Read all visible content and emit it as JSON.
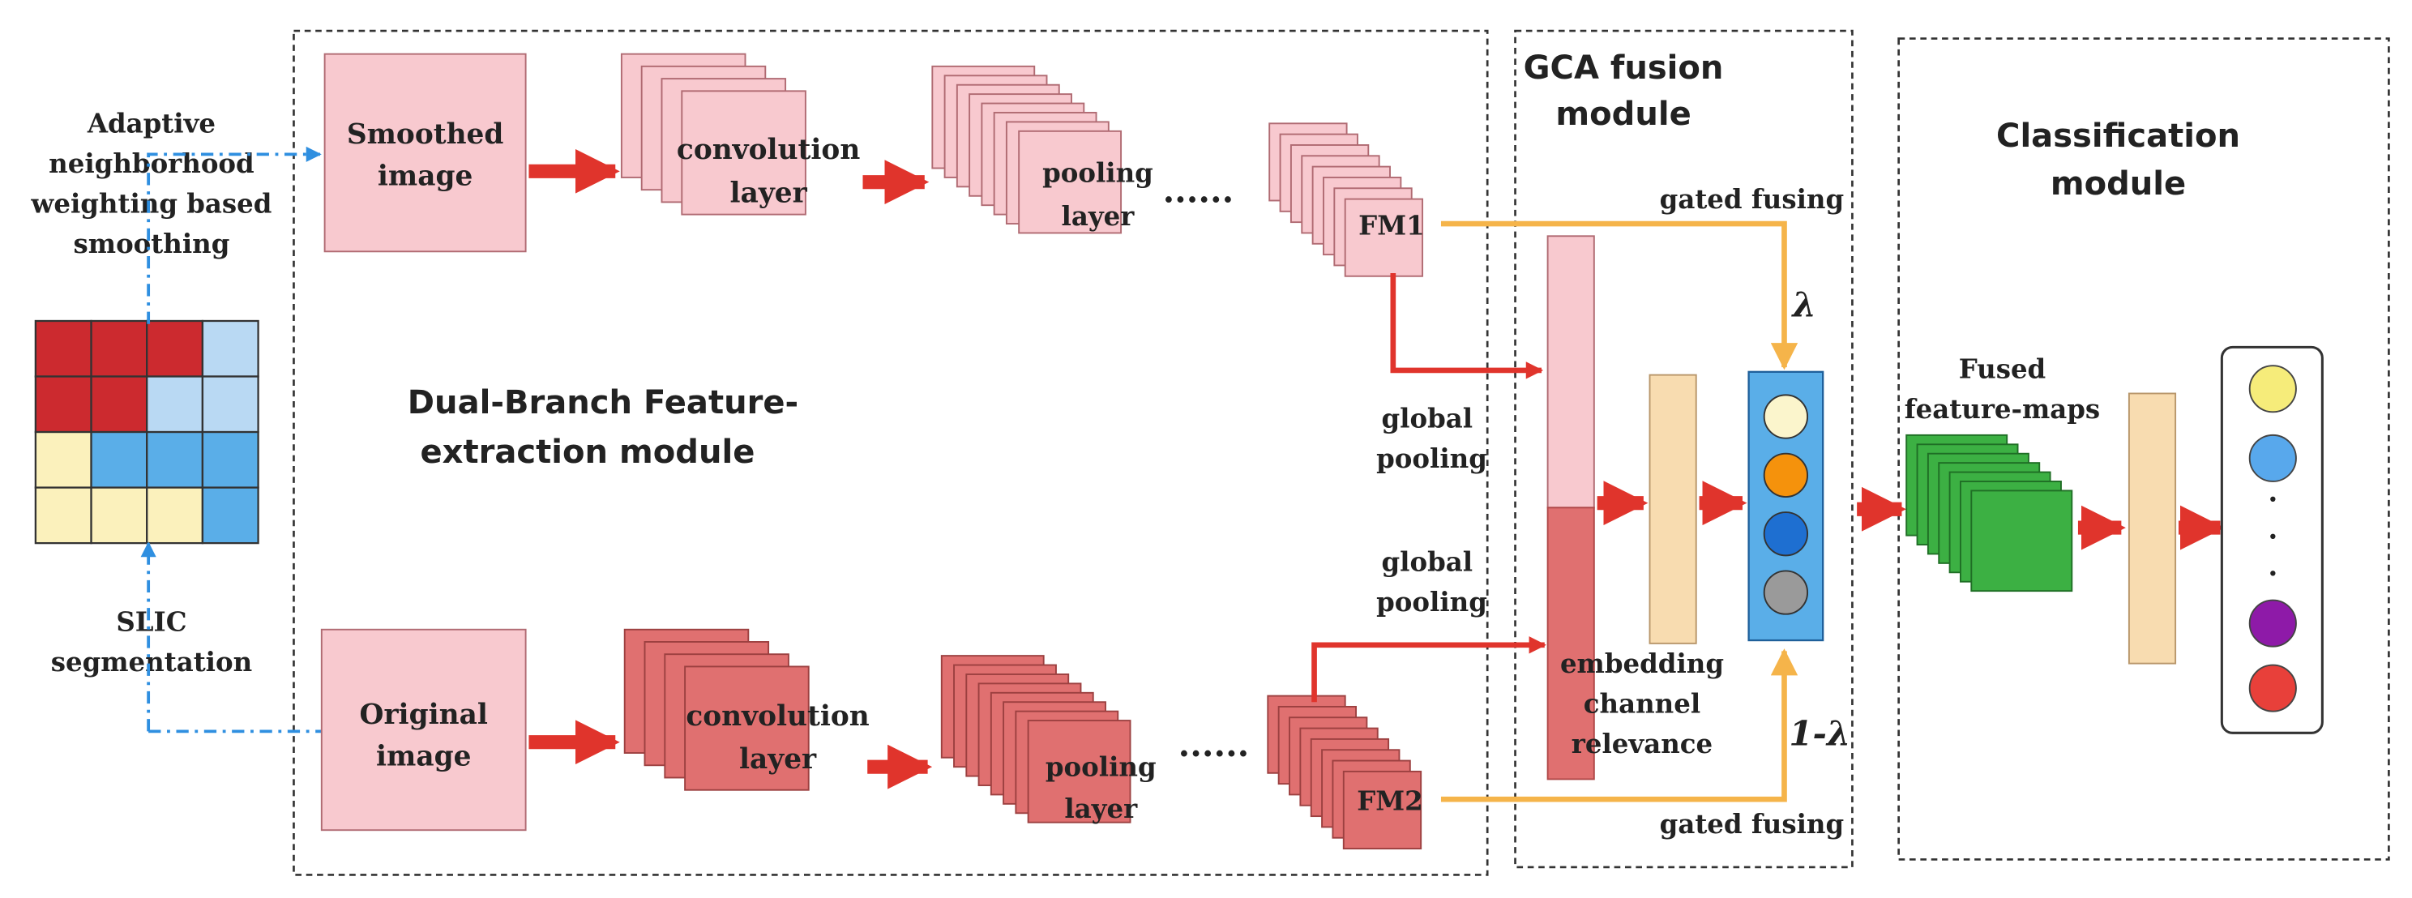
{
  "modules": {
    "dual_branch_line1": "Dual-Branch Feature-",
    "dual_branch_line2": "extraction module",
    "gca_line1": "GCA fusion",
    "gca_line2": "module",
    "classification_line1": "Classification",
    "classification_line2": "module"
  },
  "left": {
    "adaptive_line1": "Adaptive",
    "adaptive_line2": "neighborhood",
    "adaptive_line3": "weighting based",
    "adaptive_line4": "smoothing",
    "slic_line1": "SLIC",
    "slic_line2": "segmentation"
  },
  "top_branch": {
    "input_line1": "Smoothed",
    "input_line2": "image",
    "conv_line1": "convolution",
    "conv_line2": "layer",
    "pool_line1": "pooling",
    "pool_line2": "layer",
    "ellipsis": "......",
    "fm": "FM1"
  },
  "bottom_branch": {
    "input_line1": "Original",
    "input_line2": "image",
    "conv_line1": "convolution",
    "conv_line2": "layer",
    "pool_line1": "pooling",
    "pool_line2": "layer",
    "ellipsis": "......",
    "fm": "FM2"
  },
  "fusion": {
    "gated_top": "gated fusing",
    "gated_bottom": "gated fusing",
    "lambda": "λ",
    "one_minus_lambda": "1-λ",
    "global_pool_top_1": "global",
    "global_pool_top_2": "pooling",
    "global_pool_bottom_1": "global",
    "global_pool_bottom_2": "pooling",
    "embed_line1": "embedding",
    "embed_line2": "channel",
    "embed_line3": "relevance"
  },
  "classification": {
    "fused_line1": "Fused",
    "fused_line2": "feature-maps",
    "dots": [
      "·",
      "·",
      "·"
    ]
  },
  "colors": {
    "light_pink": "#f8c9cf",
    "dark_red": "#e07070",
    "arrow_red": "#e0342c",
    "gated_orange": "#f5b44a",
    "dash_blue": "#2f8fe0",
    "peach": "#f8dcb0",
    "fusion_blue": "#5aaee8",
    "fused_green": "#3cb043",
    "circle_yellow": "#f6ec7a",
    "circle_lightblue": "#58a8ec",
    "circle_purple": "#8e1aa8",
    "circle_red": "#e8403a",
    "fusion_circles": [
      "#fbf5cc",
      "#f5920c",
      "#1e6fd1",
      "#9a9a9a"
    ],
    "grid_cells": [
      [
        "#cc2a2f",
        "#cc2a2f",
        "#cc2a2f",
        "#b9d9f3"
      ],
      [
        "#cc2a2f",
        "#cc2a2f",
        "#b9d9f3",
        "#b9d9f3"
      ],
      [
        "#fbf1bc",
        "#5aaee8",
        "#5aaee8",
        "#5aaee8"
      ],
      [
        "#fbf1bc",
        "#fbf1bc",
        "#fbf1bc",
        "#5aaee8"
      ]
    ]
  }
}
